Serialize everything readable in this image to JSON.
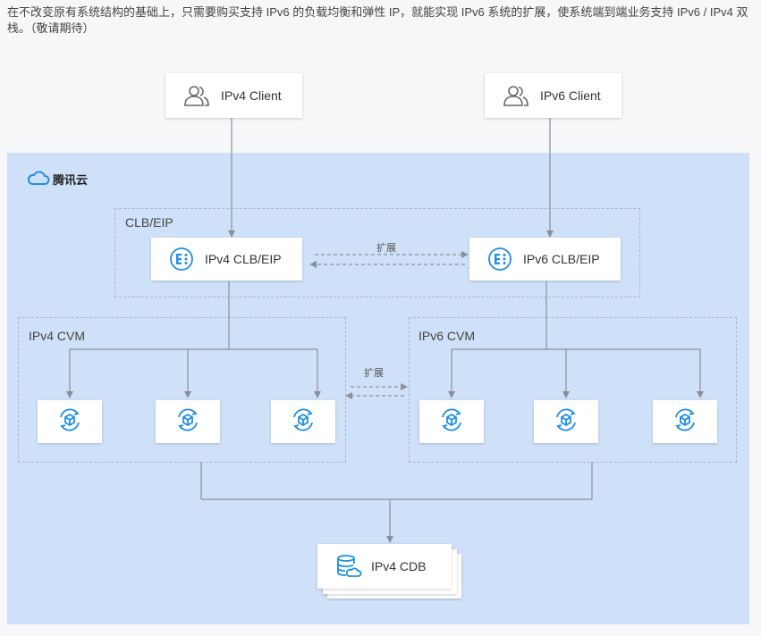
{
  "intro_text": "在不改变原有系统结构的基础上，只需要购买支持 IPv6 的负载均衡和弹性 IP，就能实现 IPv6 系统的扩展，使系统端到端业务支持 IPv6 / IPv4 双栈。（敬请期待）",
  "brand": {
    "name": "腾讯云",
    "icon": "cloud-icon"
  },
  "clients": {
    "ipv4": {
      "label": "IPv4 Client",
      "icon": "users-icon"
    },
    "ipv6": {
      "label": "IPv6 Client",
      "icon": "users-icon"
    }
  },
  "clb_group": {
    "label": "CLB/EIP",
    "ipv4": {
      "label": "IPv4 CLB/EIP",
      "icon": "load-balancer-icon"
    },
    "ipv6": {
      "label": "IPv6 CLB/EIP",
      "icon": "load-balancer-icon"
    },
    "expand_label": "扩展"
  },
  "cvm_groups": {
    "ipv4": {
      "label": "IPv4 CVM",
      "instance_count": 3,
      "icon": "cvm-icon"
    },
    "ipv6": {
      "label": "IPv6 CVM",
      "instance_count": 3,
      "icon": "cvm-icon"
    },
    "expand_label": "扩展"
  },
  "database": {
    "label": "IPv4 CDB",
    "icon": "database-icon"
  },
  "colors": {
    "cloud_bg": "#cfe1f8",
    "accent": "#1e8fe1",
    "line": "#8a8f99"
  }
}
